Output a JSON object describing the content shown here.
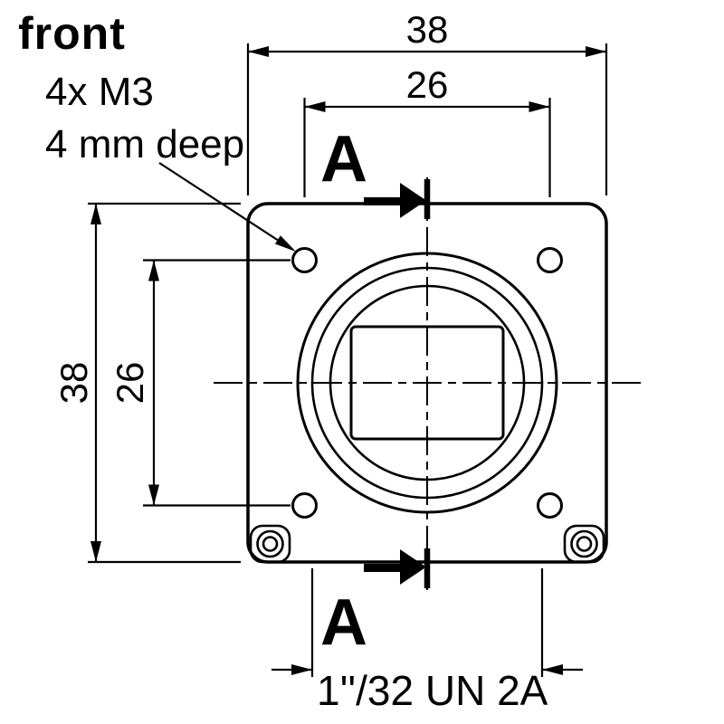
{
  "title": {
    "label": "front"
  },
  "note": {
    "line1": "4x M3",
    "line2": "4 mm deep"
  },
  "dims": {
    "width_outer": "38",
    "width_inner": "26",
    "height_outer": "38",
    "height_inner": "26",
    "thread": "1''/32 UN 2A"
  },
  "section": {
    "letter": "A"
  },
  "colors": {
    "line": "#000000",
    "label_gray": "#8c8c8c",
    "background": "#ffffff"
  }
}
